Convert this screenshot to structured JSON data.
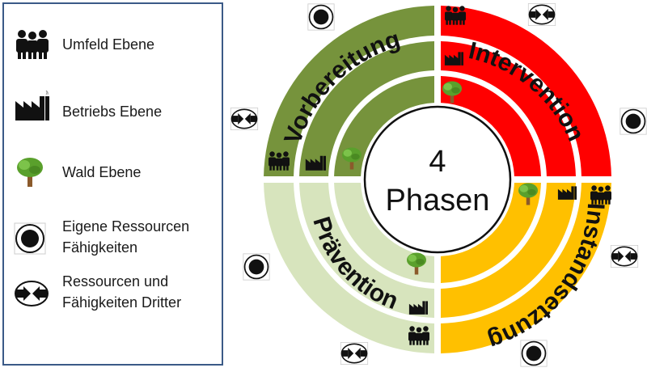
{
  "legend": {
    "items": [
      {
        "label": "Umfeld Ebene",
        "icon": "people-icon"
      },
      {
        "label": "Betriebs Ebene",
        "icon": "factory-icon"
      },
      {
        "label": "Wald Ebene",
        "icon": "tree-icon"
      },
      {
        "label": "Eigene Ressourcen",
        "label2": "Fähigkeiten",
        "icon": "own-resources-icon"
      },
      {
        "label": "Ressourcen und",
        "label2": "Fähigkeiten Dritter",
        "icon": "third-party-resources-icon"
      }
    ]
  },
  "center": {
    "line1": "4",
    "line2": "Phasen"
  },
  "phases": {
    "vorbereitung": {
      "label": "Vorbereitung",
      "color": "#76933c"
    },
    "intervention": {
      "label": "Intervention",
      "color": "#ff0000"
    },
    "instandsetzung": {
      "label": "Instandsetzung",
      "color": "#ffc000"
    },
    "praevention": {
      "label": "Prävention",
      "color": "#d7e4bd"
    }
  }
}
